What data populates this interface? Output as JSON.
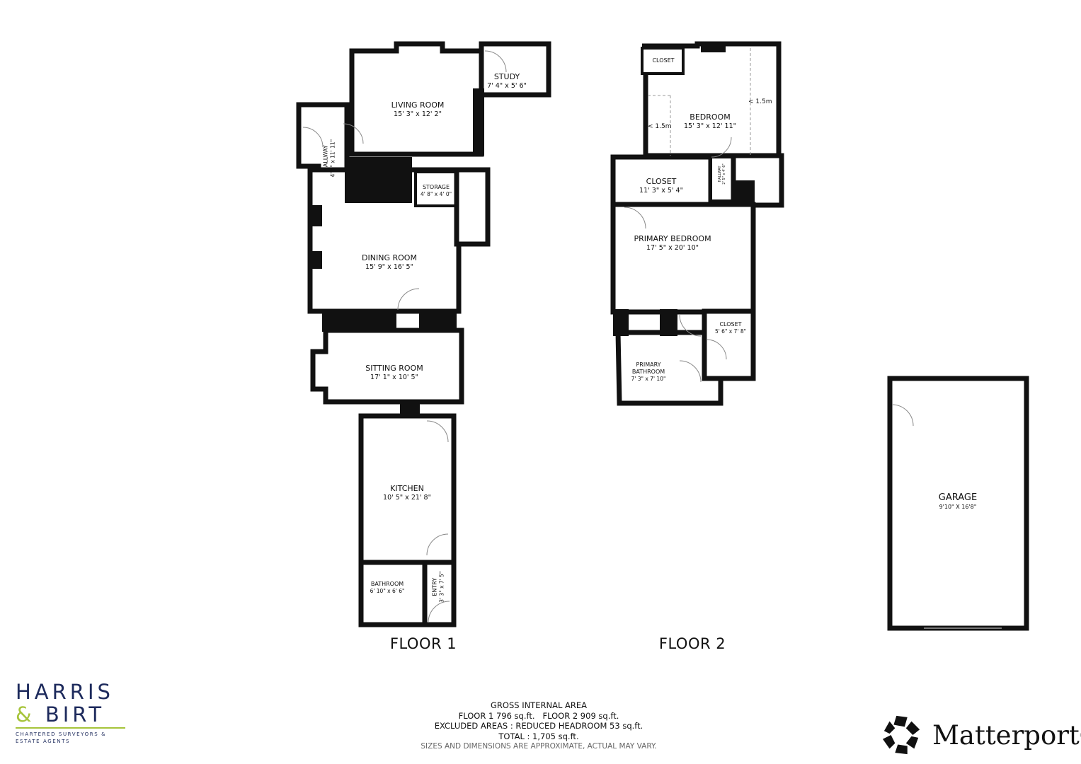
{
  "floor1": {
    "title": "FLOOR 1",
    "rooms": [
      {
        "name": "LIVING ROOM",
        "dims": "15' 3\" x 12' 2\""
      },
      {
        "name": "STUDY",
        "dims": "7' 4\" x 5' 6\""
      },
      {
        "name": "HALLWAY",
        "dims": "4' 5\" x 11' 11\""
      },
      {
        "name": "STORAGE",
        "dims": "4' 8\" x 4' 0\""
      },
      {
        "name": "DINING ROOM",
        "dims": "15' 9\" x 16' 5\""
      },
      {
        "name": "SITTING ROOM",
        "dims": "17' 1\" x 10' 5\""
      },
      {
        "name": "KITCHEN",
        "dims": "10' 5\" x 21' 8\""
      },
      {
        "name": "BATHROOM",
        "dims": "6' 10\" x 6' 6\""
      },
      {
        "name": "ENTRY",
        "dims": "3' 3\" x 7' 5\""
      }
    ]
  },
  "floor2": {
    "title": "FLOOR 2",
    "rooms": [
      {
        "name": "CLOSET",
        "dims": ""
      },
      {
        "name": "BEDROOM",
        "dims": "15' 3\" x 12' 11\""
      },
      {
        "name": "CLOSET",
        "dims": "11' 3\" x 5' 4\""
      },
      {
        "name": "HALLWAY",
        "dims": "2' 5\" x 4' 6\""
      },
      {
        "name": "PRIMARY BEDROOM",
        "dims": "17' 5\" x 20' 10\""
      },
      {
        "name": "CLOSET",
        "dims": "5' 6\" x 7' 8\""
      },
      {
        "name": "PRIMARY BATHROOM",
        "dims": "7' 3\" x 7' 10\""
      }
    ],
    "headroom_labels": [
      "< 1.5m",
      "< 1.5m"
    ]
  },
  "garage": {
    "name": "GARAGE",
    "dims": "9'10\" X 16'8\""
  },
  "area": {
    "title": "GROSS INTERNAL AREA",
    "floors": "FLOOR 1 796 sq.ft.   FLOOR 2 909 sq.ft.",
    "excluded": "EXCLUDED AREAS :  REDUCED HEADROOM 53 sq.ft.",
    "total": "TOTAL :  1,705 sq.ft.",
    "note": "SIZES AND DIMENSIONS ARE APPROXIMATE, ACTUAL MAY VARY."
  },
  "branding": {
    "agent_line1": "HARRIS",
    "agent_amp": "&",
    "agent_line2": "BIRT",
    "agent_sub1": "CHARTERED SURVEYORS &",
    "agent_sub2": "ESTATE AGENTS",
    "matterport": "Matterport",
    "colors": {
      "navy": "#1d2a5c",
      "lime": "#a6c43a"
    }
  }
}
